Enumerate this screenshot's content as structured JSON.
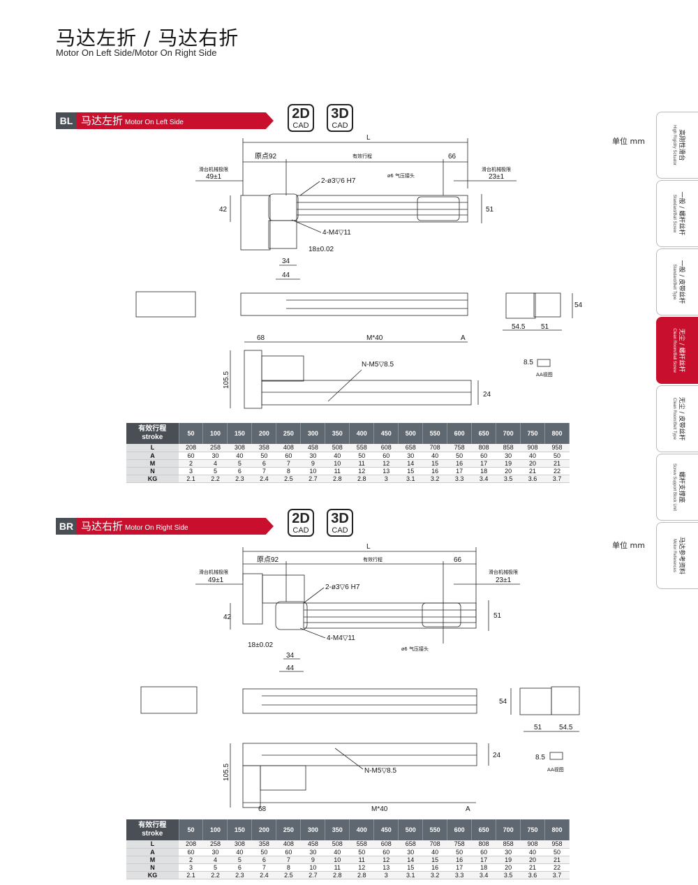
{
  "header": {
    "title": "马达左折 / 马达右折",
    "subtitle": "Motor On Left Side/Motor On Right Side"
  },
  "side_tabs": [
    {
      "zh": "高刚性滑台",
      "en": "High Rigidity Sctuator",
      "active": false
    },
    {
      "zh": "一般 / 螺杆丝杆",
      "en": "Standard/Ball Screw",
      "active": false
    },
    {
      "zh": "一般 / 皮带丝杆",
      "en": "Standard/Belt Type",
      "active": false
    },
    {
      "zh": "无尘 / 螺杆丝杆",
      "en": "Clean Room/Ball Screw",
      "active": true
    },
    {
      "zh": "无尘 / 皮带丝杆",
      "en": "Clean Room/Belt Type",
      "active": false
    },
    {
      "zh": "螺杆支撑座",
      "en": "Screw Support Block Unit",
      "active": false
    },
    {
      "zh": "马达参考资料",
      "en": "Motor References",
      "active": false
    }
  ],
  "sections": [
    {
      "tag": "BL",
      "title_zh": "马达左折",
      "title_en": "Motor On Left Side",
      "unit": "单位 mm",
      "cad": [
        {
          "big": "2D",
          "small": "CAD"
        },
        {
          "big": "3D",
          "small": "CAD"
        }
      ],
      "dims": {
        "L": "L",
        "origin": "原点92",
        "stroke": "有效行程",
        "d66": "66",
        "limit_left": "滑台机械极限",
        "limit_left_val": "49±1",
        "limit_right": "滑台机械极限",
        "limit_right_val": "23±1",
        "pin": "2-ø3▽6  H7",
        "air": "ø6 气压接头",
        "tap": "4-M4▽11",
        "d18": "18±0.02",
        "d34": "34",
        "d44": "44",
        "d42": "42",
        "d51": "51",
        "d54": "54",
        "d545": "54.5",
        "d51b": "51",
        "d68": "68",
        "m40": "M*40",
        "A": "A",
        "nm5": "N-M5▽8.5",
        "d1055": "105.5",
        "d24": "24",
        "d85": "8.5",
        "aa": "AA视图"
      }
    },
    {
      "tag": "BR",
      "title_zh": "马达右折",
      "title_en": "Motor On Right Side",
      "unit": "单位 mm",
      "cad": [
        {
          "big": "2D",
          "small": "CAD"
        },
        {
          "big": "3D",
          "small": "CAD"
        }
      ],
      "dims": {
        "L": "L",
        "origin": "原点92",
        "stroke": "有效行程",
        "d66": "66",
        "limit_left": "滑台机械极限",
        "limit_left_val": "49±1",
        "limit_right": "滑台机械极限",
        "limit_right_val": "23±1",
        "pin": "2-ø3▽6  H7",
        "air": "ø6 气压接头",
        "tap": "4-M4▽11",
        "d18": "18±0.02",
        "d34": "34",
        "d44": "44",
        "d42": "42",
        "d51": "51",
        "d54": "54",
        "d545": "54.5",
        "d51b": "51",
        "d68": "68",
        "m40": "M*40",
        "A": "A",
        "nm5": "N-M5▽8.5",
        "d1055": "105.5",
        "d24": "24",
        "d85": "8.5",
        "aa": "AA视图"
      }
    }
  ],
  "table": {
    "header_zh": "有效行程",
    "header_en": "stroke",
    "strokes": [
      "50",
      "100",
      "150",
      "200",
      "250",
      "300",
      "350",
      "400",
      "450",
      "500",
      "550",
      "600",
      "650",
      "700",
      "750",
      "800"
    ],
    "rows": [
      {
        "label": "L",
        "values": [
          "208",
          "258",
          "308",
          "358",
          "408",
          "458",
          "508",
          "558",
          "608",
          "658",
          "708",
          "758",
          "808",
          "858",
          "908",
          "958"
        ]
      },
      {
        "label": "A",
        "values": [
          "60",
          "30",
          "40",
          "50",
          "60",
          "30",
          "40",
          "50",
          "60",
          "30",
          "40",
          "50",
          "60",
          "30",
          "40",
          "50"
        ]
      },
      {
        "label": "M",
        "values": [
          "2",
          "4",
          "5",
          "6",
          "7",
          "9",
          "10",
          "11",
          "12",
          "14",
          "15",
          "16",
          "17",
          "19",
          "20",
          "21"
        ]
      },
      {
        "label": "N",
        "values": [
          "3",
          "5",
          "6",
          "7",
          "8",
          "10",
          "11",
          "12",
          "13",
          "15",
          "16",
          "17",
          "18",
          "20",
          "21",
          "22"
        ]
      },
      {
        "label": "KG",
        "values": [
          "2.1",
          "2.2",
          "2.3",
          "2.4",
          "2.5",
          "2.7",
          "2.8",
          "2.8",
          "3",
          "3.1",
          "3.2",
          "3.3",
          "3.4",
          "3.5",
          "3.6",
          "3.7"
        ]
      }
    ]
  }
}
